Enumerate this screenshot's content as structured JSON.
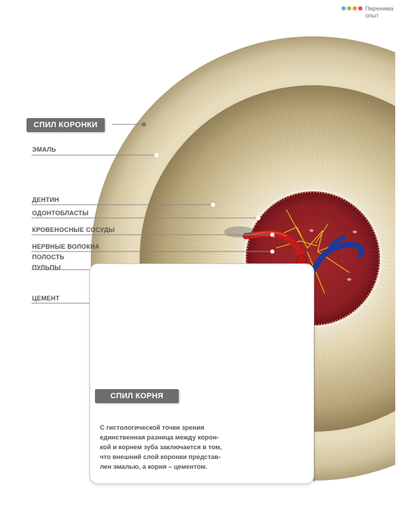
{
  "brand": {
    "line1": "Перенима",
    "line2": "опыт",
    "dot_colors": [
      "#5bb8d6",
      "#8cc63f",
      "#f7941d",
      "#e0457b"
    ]
  },
  "tags": {
    "crown": "СПИЛ КОРОНКИ",
    "root": "СПИЛ КОРНЯ"
  },
  "labels": {
    "enamel": "ЭМАЛЬ",
    "dentin": "ДЕНТИН",
    "odontoblasts": "ОДОНТОБЛАСТЫ",
    "blood_vessels": "КРОВЕНОСНЫЕ СОСУДЫ",
    "nerve_fibers": "НЕРВНЫЕ ВОЛОКНА",
    "pulp_line1": "ПОЛОСТЬ",
    "pulp_line2": "ПУЛЬПЫ",
    "cement": "ЦЕМЕНТ"
  },
  "description": {
    "line1": "С гистологической точки зрения",
    "line2": "единственная разница между корон-",
    "line3": "кой и корнем зуба заключается в том,",
    "line4": "что внешний слой коронки представ-",
    "line5": "лен эмалью, а корня – цементом."
  },
  "colors": {
    "enamel": "#cdbf99",
    "dentin": "#a8956a",
    "pulp": "#8c1b22",
    "artery": "#d41f1f",
    "vein": "#1e3b9c",
    "nerve": "#e4c21a"
  }
}
